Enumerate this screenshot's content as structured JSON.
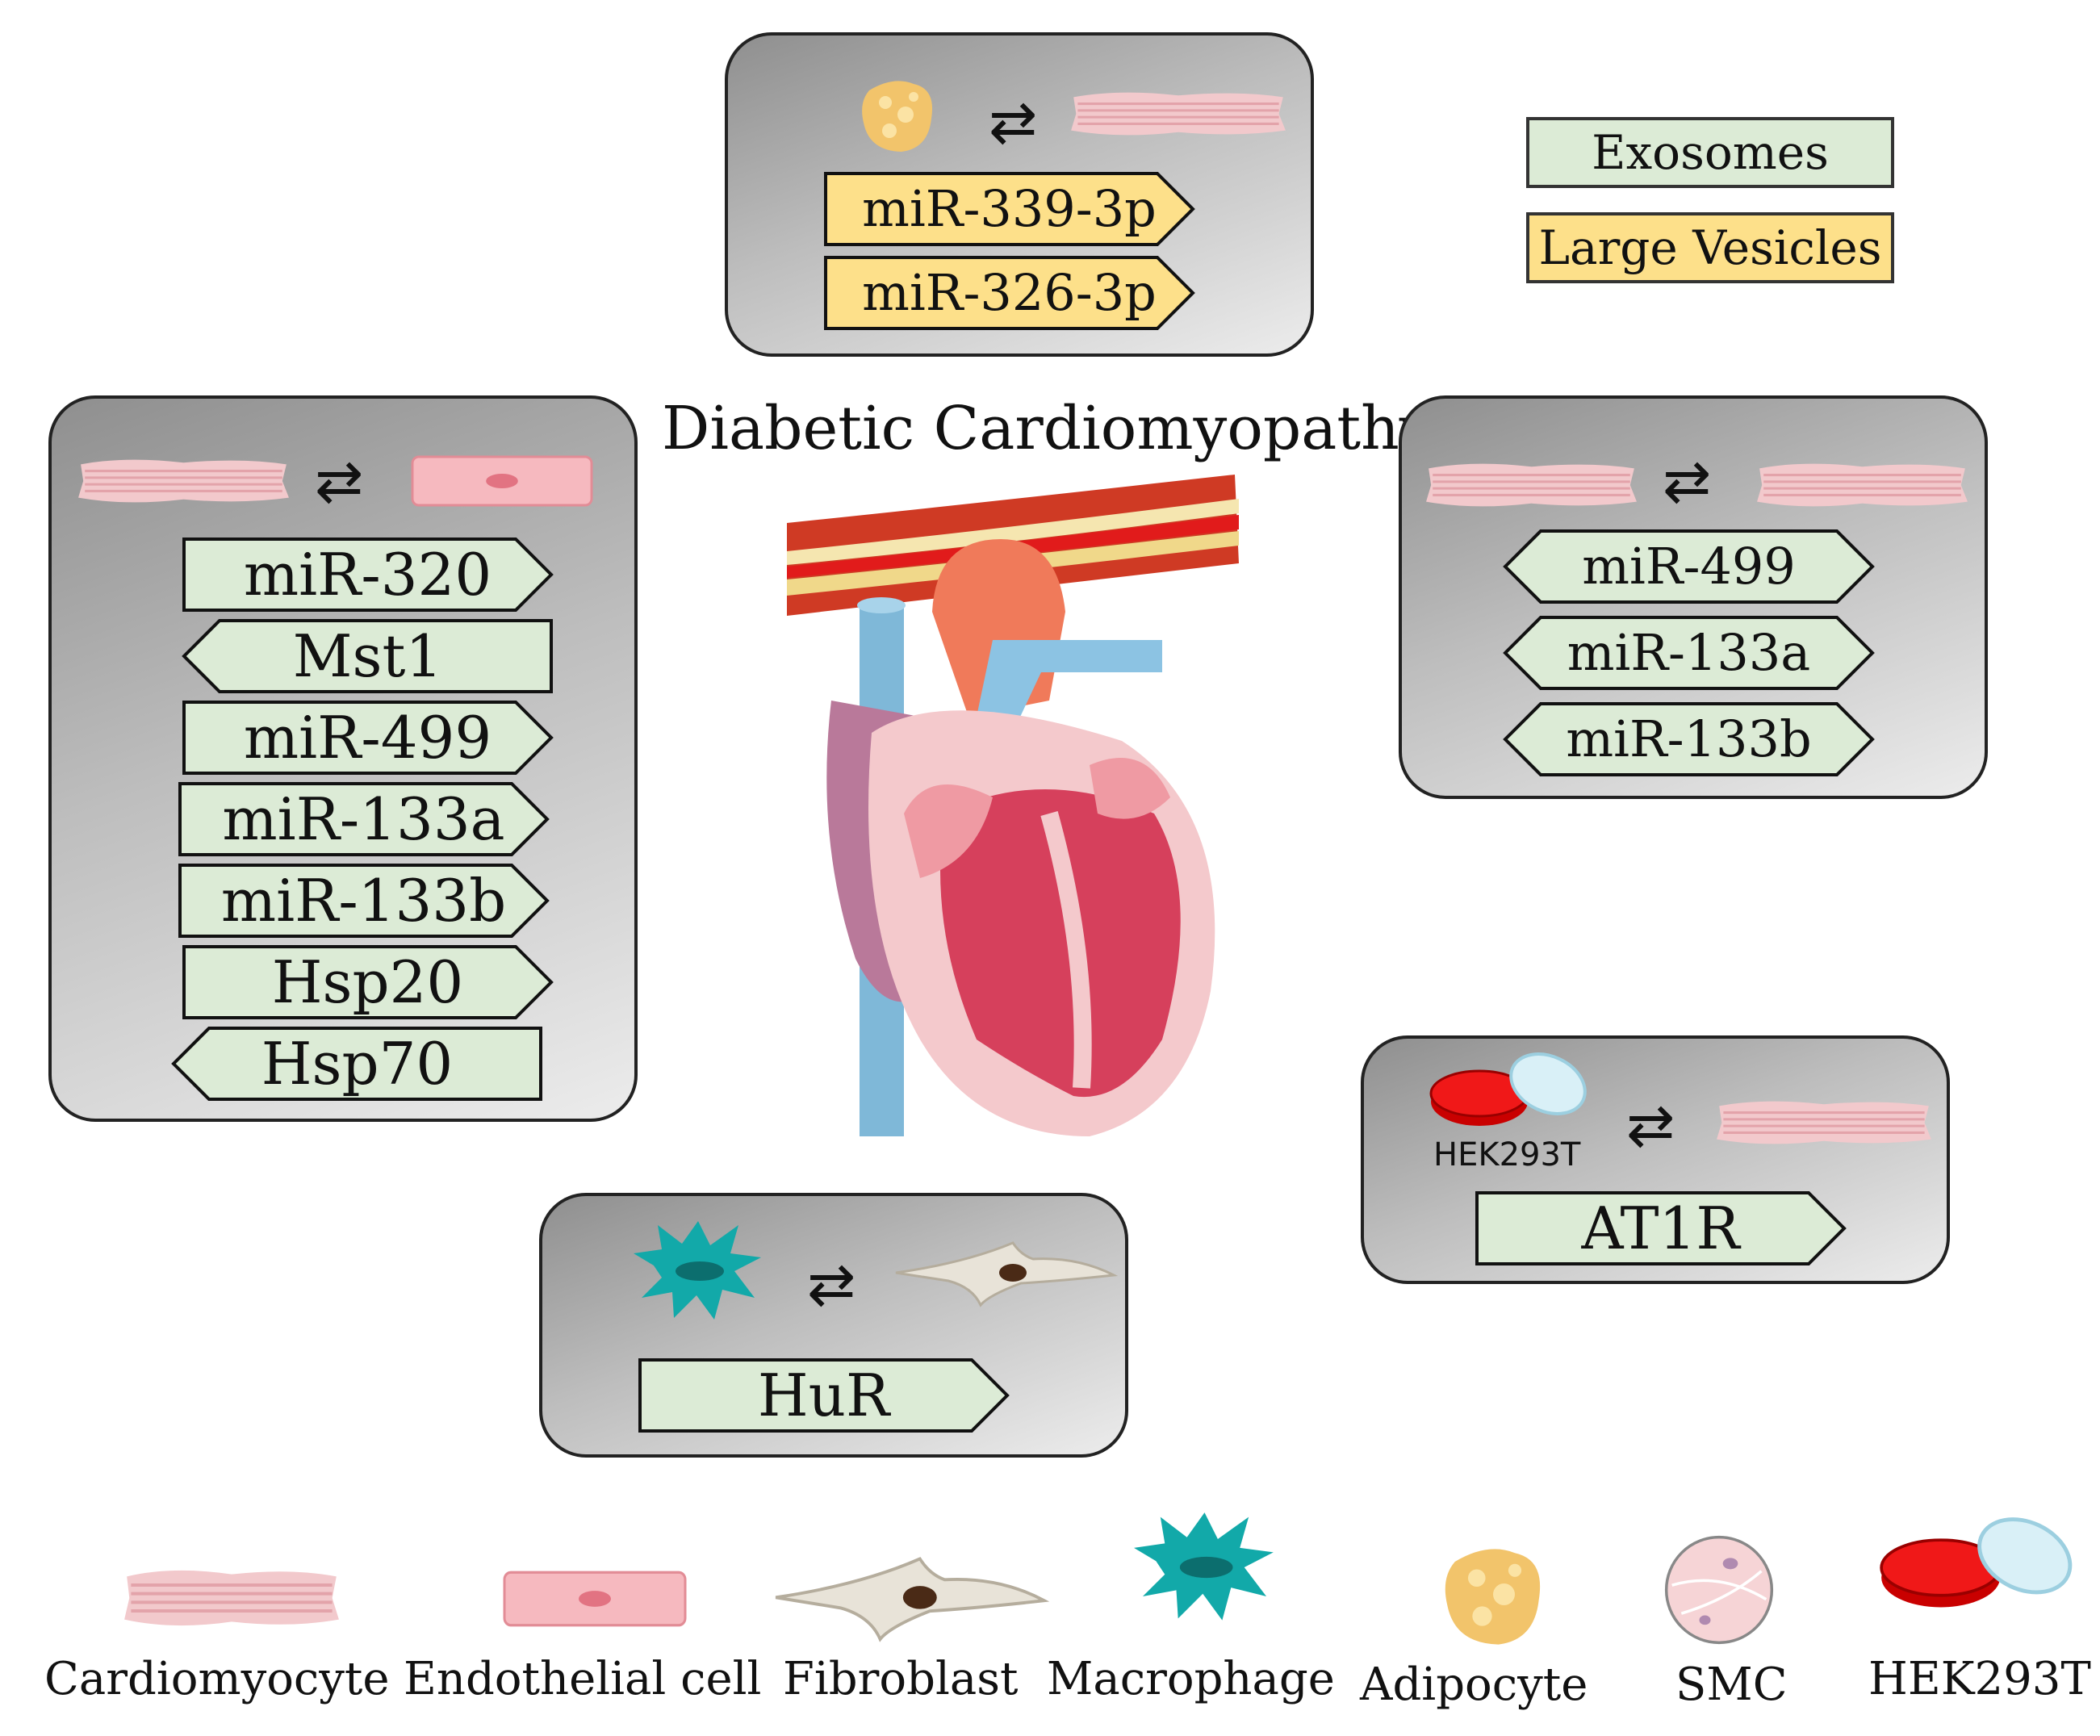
{
  "title": "Diabetic Cardiomyopathy",
  "colors": {
    "exosome_fill": "#dcebd6",
    "large_vesicle_fill": "#fde08a",
    "panel_dark": "#8f8f8f",
    "panel_light": "#ececec"
  },
  "legend": {
    "exosomes": "Exosomes",
    "large_vesicles": "Large Vesicles"
  },
  "exchange_symbol": "⇄",
  "panels": {
    "top": {
      "from_cell": "adipocyte",
      "to_cell": "cardiomyocyte",
      "items": [
        {
          "label": "miR-339-3p",
          "type": "large_vesicle",
          "direction": "right"
        },
        {
          "label": "miR-326-3p",
          "type": "large_vesicle",
          "direction": "right"
        }
      ]
    },
    "left": {
      "from_cell": "cardiomyocyte",
      "to_cell": "endothelial",
      "items": [
        {
          "label": "miR-320",
          "type": "exosome",
          "direction": "right"
        },
        {
          "label": "Mst1",
          "type": "exosome",
          "direction": "left"
        },
        {
          "label": "miR-499",
          "type": "exosome",
          "direction": "right"
        },
        {
          "label": "miR-133a",
          "type": "exosome",
          "direction": "right"
        },
        {
          "label": "miR-133b",
          "type": "exosome",
          "direction": "right"
        },
        {
          "label": "Hsp20",
          "type": "exosome",
          "direction": "right"
        },
        {
          "label": "Hsp70",
          "type": "exosome",
          "direction": "left"
        }
      ]
    },
    "right": {
      "from_cell": "cardiomyocyte",
      "to_cell": "cardiomyocyte",
      "items": [
        {
          "label": "miR-499",
          "type": "exosome",
          "direction": "both"
        },
        {
          "label": "miR-133a",
          "type": "exosome",
          "direction": "both"
        },
        {
          "label": "miR-133b",
          "type": "exosome",
          "direction": "both"
        }
      ]
    },
    "hek": {
      "from_cell": "hek293t",
      "from_label": "HEK293T",
      "to_cell": "cardiomyocyte",
      "items": [
        {
          "label": "AT1R",
          "type": "exosome",
          "direction": "right"
        }
      ]
    },
    "bottom": {
      "from_cell": "macrophage",
      "to_cell": "fibroblast",
      "items": [
        {
          "label": "HuR",
          "type": "exosome",
          "direction": "right"
        }
      ]
    }
  },
  "cell_legend": [
    {
      "icon": "cardiomyocyte",
      "label": "Cardiomyocyte"
    },
    {
      "icon": "endothelial",
      "label": "Endothelial cell"
    },
    {
      "icon": "fibroblast",
      "label": "Fibroblast"
    },
    {
      "icon": "macrophage",
      "label": "Macrophage"
    },
    {
      "icon": "adipocyte",
      "label": "Adipocyte"
    },
    {
      "icon": "smc",
      "label": "SMC"
    },
    {
      "icon": "hek293t",
      "label": "HEK293T"
    }
  ]
}
